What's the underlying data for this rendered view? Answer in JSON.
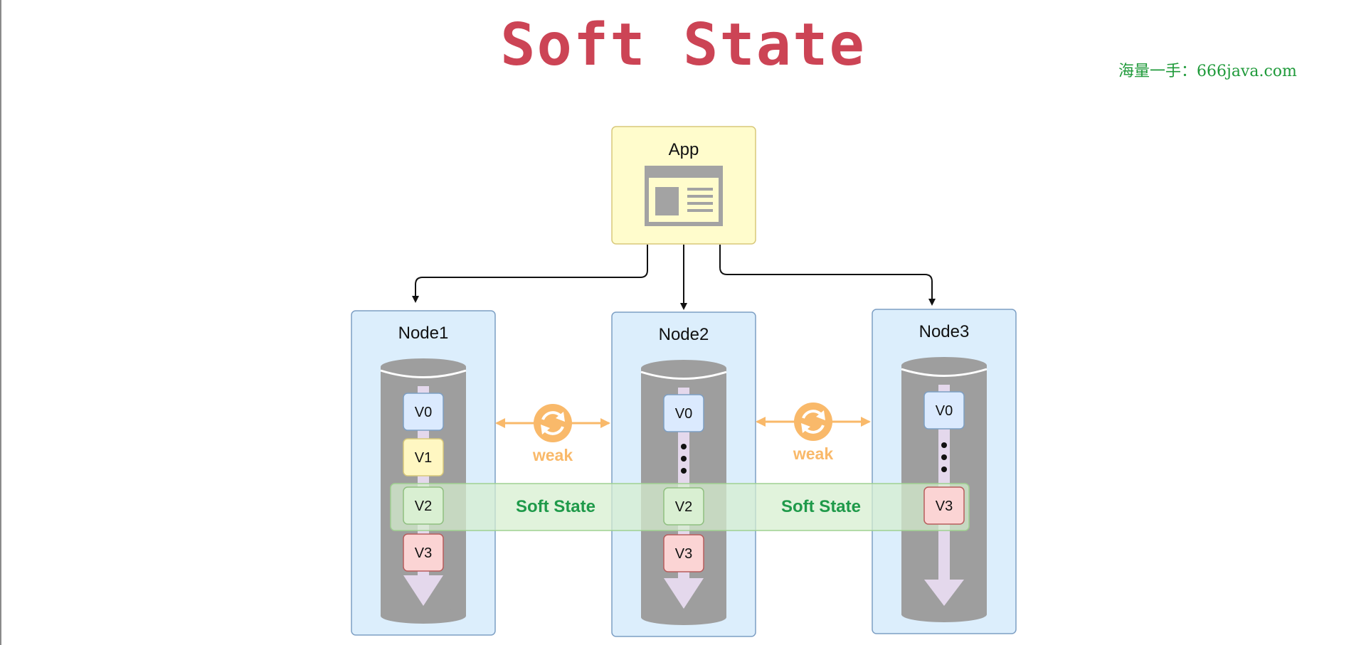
{
  "title": "Soft State",
  "watermark": "海量一手：666java.com",
  "app": {
    "label": "App"
  },
  "nodes": [
    {
      "label": "Node1",
      "versions": [
        "V0",
        "V1",
        "V2",
        "V3"
      ]
    },
    {
      "label": "Node2",
      "versions": [
        "V0",
        "V2",
        "V3"
      ]
    },
    {
      "label": "Node3",
      "versions": [
        "V0",
        "V3"
      ]
    }
  ],
  "links": [
    {
      "label": "weak"
    },
    {
      "label": "weak"
    }
  ],
  "soft_state_labels": [
    "Soft State",
    "Soft State"
  ],
  "colors": {
    "title": "#cc4455",
    "watermark": "#1f9a3a",
    "node_fill": "#dceefc",
    "node_stroke": "#7d9fc4",
    "app_fill": "#fffccc",
    "app_stroke": "#d8c87a",
    "cylinder": "#9e9e9e",
    "track": "#e4d8ec",
    "weak": "#f9b96a",
    "soft_state_text": "#1f9a4a",
    "soft_state_band": "#d5efcf",
    "v0": "#dbeafe",
    "v1": "#fff7c2",
    "v2": "#d9efd2",
    "v3": "#fbd4d4"
  }
}
